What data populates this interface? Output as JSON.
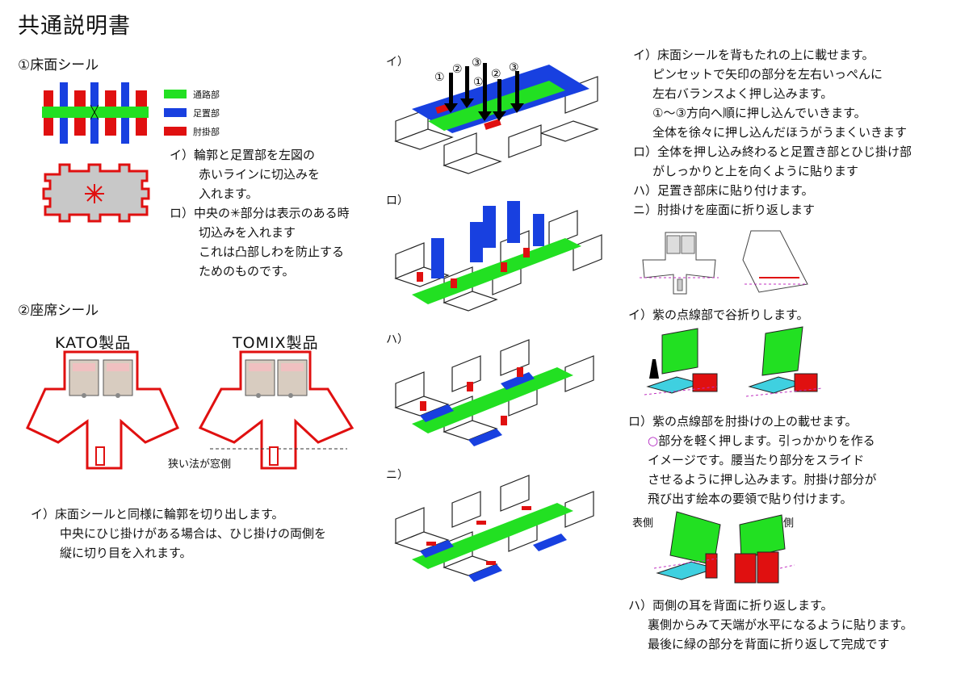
{
  "title": "共通説明書",
  "colors": {
    "aisle": "#22e022",
    "foot": "#1840e0",
    "arm": "#e01010",
    "purple": "#c030c0",
    "gray": "#c8c8c8"
  },
  "section1": {
    "heading": "①床面シール",
    "legend": [
      {
        "label": "通路部",
        "color": "#22e022"
      },
      {
        "label": "足置部",
        "color": "#1840e0"
      },
      {
        "label": "肘掛部",
        "color": "#e01010"
      }
    ],
    "notes": [
      "イ）輪郭と足置部を左図の",
      "赤いラインに切込みを",
      "入れます。",
      "ロ）中央の✳部分は表示のある時",
      "切込みを入れます",
      "これは凸部しわを防止する",
      "ためのものです。"
    ]
  },
  "section2": {
    "heading": "②座席シール",
    "kato": "KATO製品",
    "tomix": "TOMIX製品",
    "window_note": "狭い法が窓側",
    "notes": [
      "イ）床面シールと同様に輪郭を切り出します。",
      "中央にひじ掛けがある場合は、ひじ掛けの両側を",
      "縦に切り目を入れます。"
    ]
  },
  "center_panels": {
    "labels": [
      "イ）",
      "ロ）",
      "ハ）",
      "ニ）"
    ],
    "markers": [
      "①",
      "②",
      "③",
      "①",
      "②",
      "③"
    ]
  },
  "right": {
    "steps1": [
      "イ）床面シールを背もたれの上に載せます。",
      "ピンセットで矢印の部分を左右いっぺんに",
      "左右バランスよく押し込みます。",
      "①～③方向へ順に押し込んでいきます。",
      "全体を徐々に押し込んだほうがうまくいきます",
      "ロ）全体を押し込み終わると足置き部とひじ掛け部",
      "がしっかりと上を向くように貼ります",
      "ハ）足置き部床に貼り付けます。",
      "ニ）肘掛けを座面に折り返します"
    ],
    "fold1": "イ）紫の点線部で谷折りします。",
    "fold2": [
      "ロ）紫の点線部を肘掛けの上の載せます。",
      "○",
      "部分を軽く押します。引っかかりを作る",
      "イメージです。腰当たり部分をスライド",
      "させるように押し込みます。肘掛け部分が",
      "飛び出す絵本の要領で貼り付けます。"
    ],
    "front_label": "表側",
    "back_label": "裏側",
    "fold3": [
      "ハ）両側の耳を背面に折り返します。",
      "裏側からみて天端が水平になるように貼ります。",
      "最後に緑の部分を背面に折り返して完成です"
    ]
  }
}
